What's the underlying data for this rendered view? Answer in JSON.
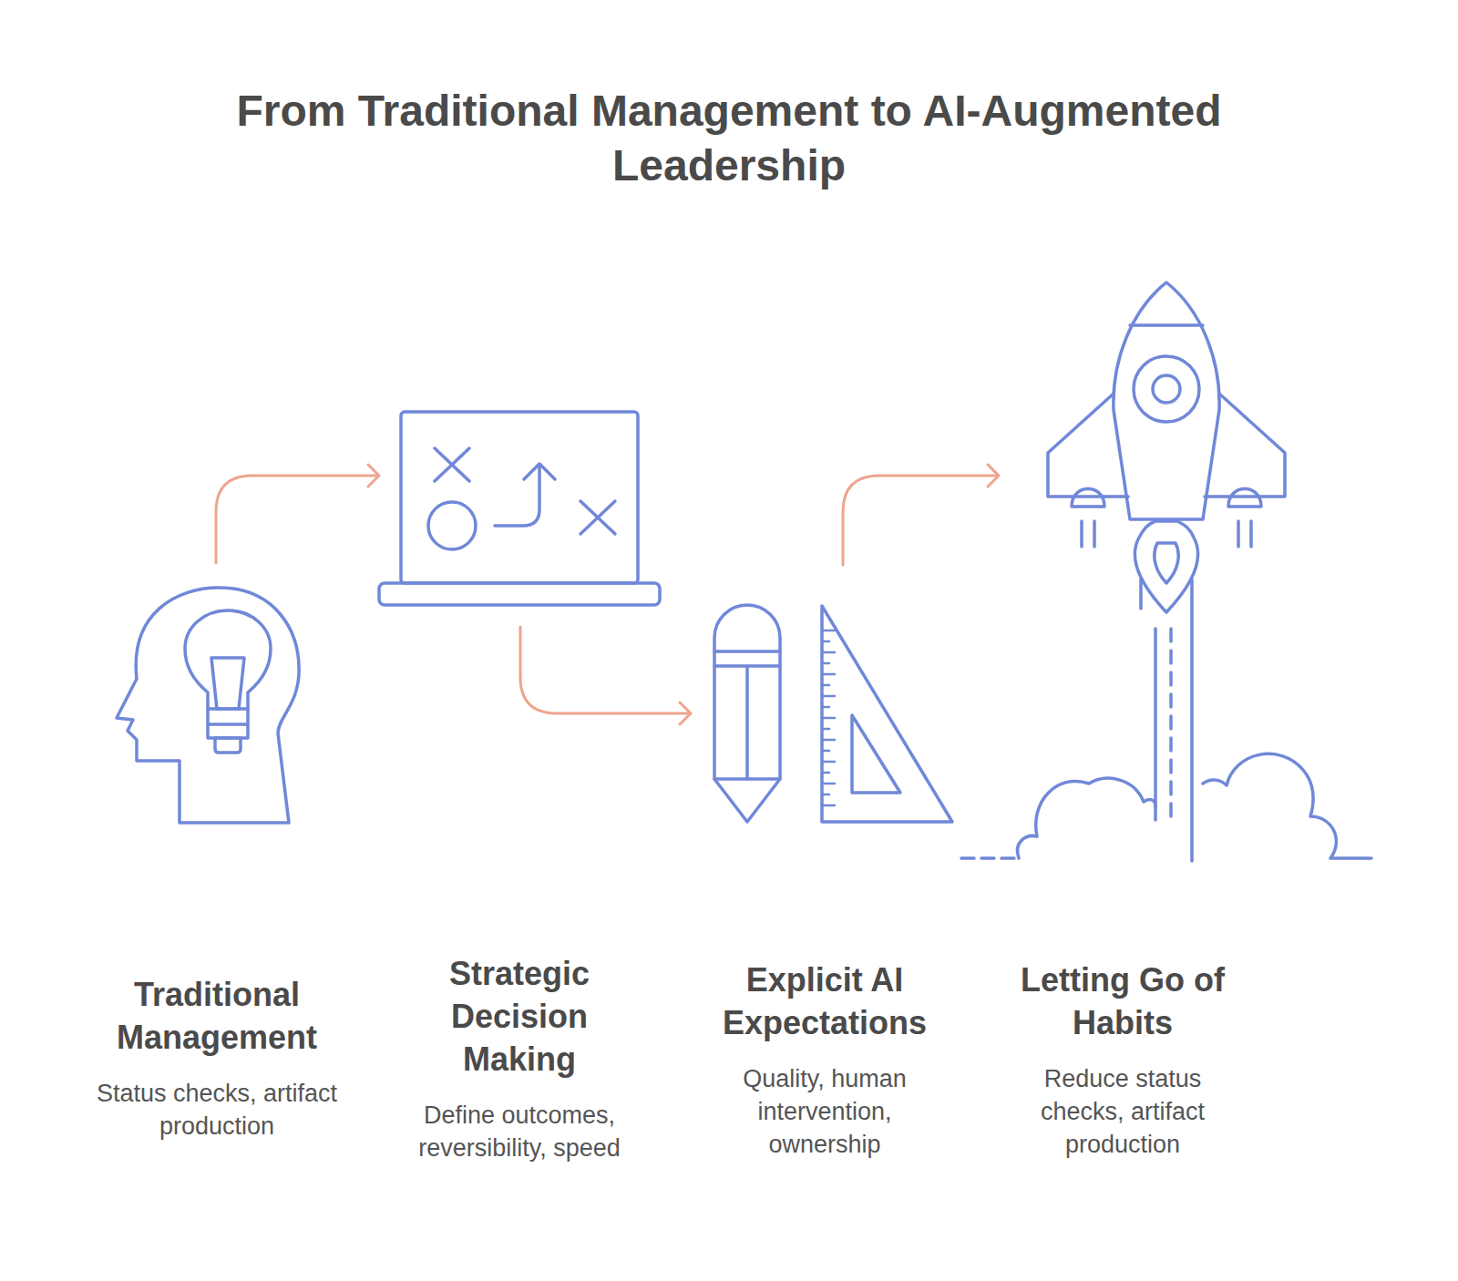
{
  "diagram": {
    "title": "From Traditional Management to AI-Augmented Leadership",
    "nodes": [
      {
        "text": [
          "Traditional Management",
          "Status checks, artifact production"
        ]
      },
      {
        "text": [
          "Strategic Decision Making",
          "Define outcomes, reversibility, speed"
        ]
      },
      {
        "text": [
          "Explicit AI Expectations",
          "Quality, human intervention, ownership"
        ]
      },
      {
        "text": [
          "Letting Go of Habits",
          "Reduce status checks, artifact production"
        ]
      }
    ],
    "edges": [
      {
        "from": 0,
        "to": 1,
        "arrow": "to"
      },
      {
        "from": 1,
        "to": 2,
        "arrow": "to"
      },
      {
        "from": 2,
        "to": 3,
        "arrow": "to"
      }
    ]
  }
}
